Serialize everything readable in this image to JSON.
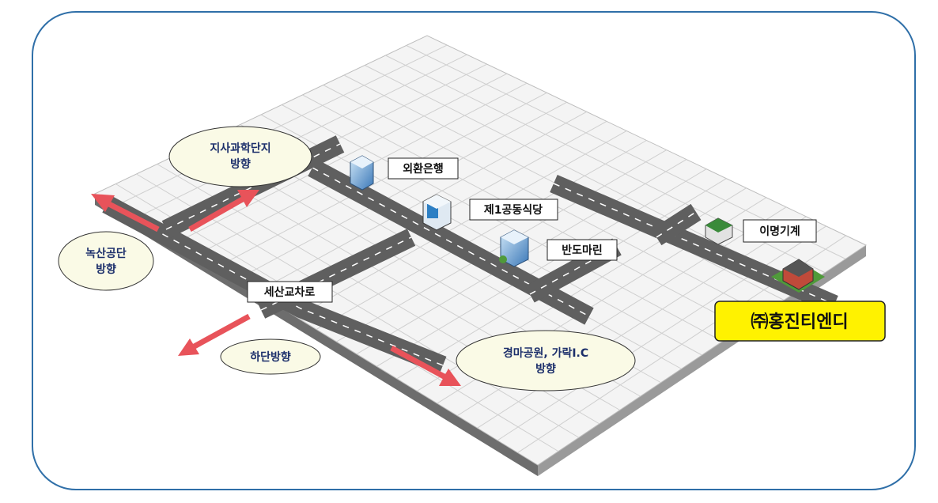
{
  "places": {
    "jisa": {
      "line1": "지사과학단지",
      "line2": "방향"
    },
    "noksan": {
      "line1": "녹산공단",
      "line2": "방향"
    },
    "hadan": {
      "line1": "하단방향"
    },
    "gyeongma": {
      "line1": "경마공원, 가락I.C",
      "line2": "방향"
    }
  },
  "intersection_label": "세산교차로",
  "landmarks": {
    "bank": "외환은행",
    "cafeteria": "제1공동식당",
    "vandomarine": "반도마린",
    "imyeong": "이명기계"
  },
  "company": "㈜홍진티엔디",
  "colors": {
    "frame": "#2f6fa8",
    "road": "#5f5f5f",
    "arrow": "#e8535a",
    "company_bg": "#fff200",
    "oval_text": "#1c2f6b"
  }
}
